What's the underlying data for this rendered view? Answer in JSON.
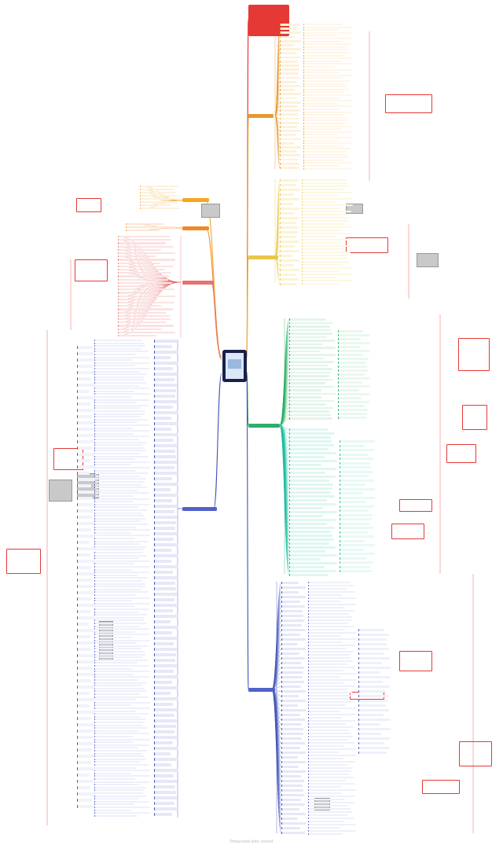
{
  "colors": {
    "red": "#e53935",
    "orange": "#f5a623",
    "yellow": "#e7c64a",
    "green": "#27ae60",
    "teal": "#1abc9c",
    "blue": "#3f51b5",
    "root_bg": "#1a1f4a"
  },
  "root": {
    "icon": "book-cover-icon"
  },
  "branches": [
    {
      "name": "branch-top-red",
      "color": "#e53935",
      "label": ""
    },
    {
      "name": "branch-orange",
      "color": "#f5a623",
      "label": ""
    },
    {
      "name": "branch-yellow",
      "color": "#e7c64a",
      "label": ""
    },
    {
      "name": "branch-green",
      "color": "#27ae60",
      "label": ""
    },
    {
      "name": "branch-teal",
      "color": "#1abc9c",
      "label": ""
    },
    {
      "name": "branch-blue-left",
      "color": "#3f51b5",
      "label": ""
    },
    {
      "name": "branch-blue-right",
      "color": "#3f51b5",
      "label": ""
    }
  ],
  "footer": {
    "text": "Presented with xmind"
  }
}
